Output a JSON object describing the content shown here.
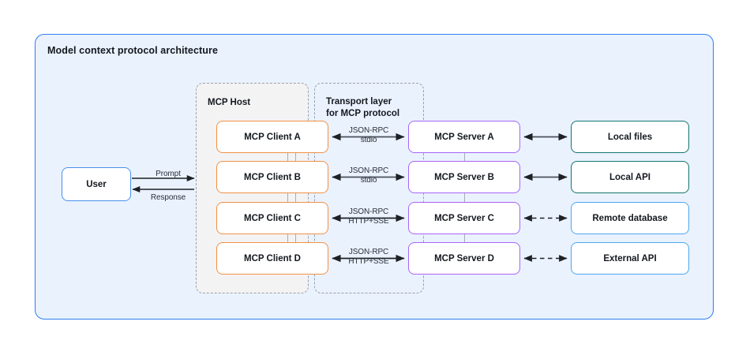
{
  "diagram": {
    "title": "Model context protocol architecture",
    "colors": {
      "panel_bg": "#eaf2fe",
      "panel_border": "#2f7ff0",
      "host_bg": "#f3f3f4",
      "group_border": "#9aa0a8",
      "client_border": "#f29145",
      "server_border": "#a964f7",
      "local_border": "#12756e",
      "remote_border": "#4aa8ef",
      "user_border": "#4a90e8",
      "arrow_solid": "#4b5058",
      "arrow_dashed": "#000000",
      "text": "#14181f"
    },
    "groups": {
      "host": {
        "label": "MCP Host"
      },
      "transport": {
        "label": "Transport layer\nfor MCP protocol"
      }
    },
    "user": {
      "label": "User",
      "prompt_label": "Prompt",
      "response_label": "Response"
    },
    "rows": [
      {
        "client": "MCP Client A",
        "server": "MCP Server A",
        "resource": "Local files",
        "transport_label": "JSON-RPC\nstdio",
        "resource_link": "solid"
      },
      {
        "client": "MCP Client B",
        "server": "MCP Server B",
        "resource": "Local API",
        "transport_label": "JSON-RPC\nstdio",
        "resource_link": "solid"
      },
      {
        "client": "MCP Client C",
        "server": "MCP Server C",
        "resource": "Remote database",
        "transport_label": "JSON-RPC\nHTTP+SSE",
        "resource_link": "dashed"
      },
      {
        "client": "MCP Client D",
        "server": "MCP Server D",
        "resource": "External API",
        "transport_label": "JSON-RPC\nHTTP+SSE",
        "resource_link": "dashed"
      }
    ]
  }
}
